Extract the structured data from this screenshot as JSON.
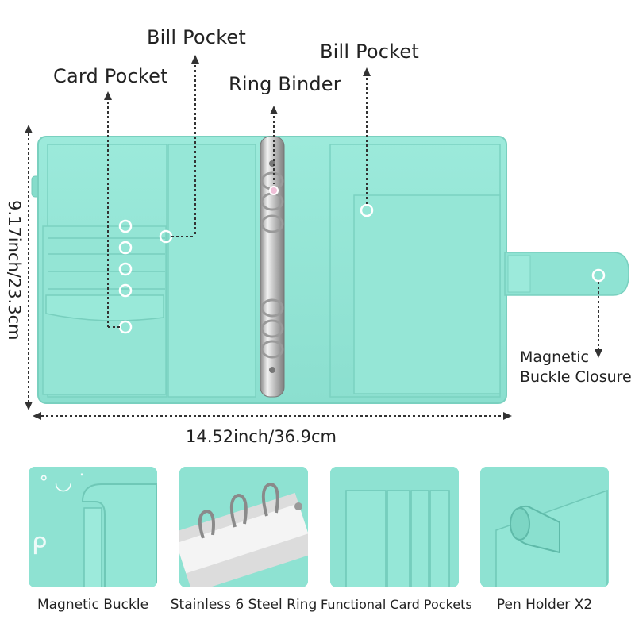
{
  "callouts": {
    "card_pocket": "Card Pocket",
    "bill_pocket_left": "Bill Pocket",
    "ring_binder": "Ring Binder",
    "bill_pocket_right": "Bill Pocket",
    "magnetic_closure_line1": "Magnetic",
    "magnetic_closure_line2": "Buckle Closure"
  },
  "dimensions": {
    "height": "9.17inch/23.3cm",
    "width": "14.52inch/36.9cm"
  },
  "thumbnails": [
    {
      "caption": "Magnetic Buckle"
    },
    {
      "caption": "Stainless 6 Steel Ring"
    },
    {
      "caption": "Functional Card Pockets"
    },
    {
      "caption": "Pen Holder X2"
    }
  ],
  "colors": {
    "binder_mint": "#93e6d6",
    "binder_shadow": "#7fd6c5",
    "ring_metal": "#c9c9c9",
    "marker": "#ffffff"
  }
}
